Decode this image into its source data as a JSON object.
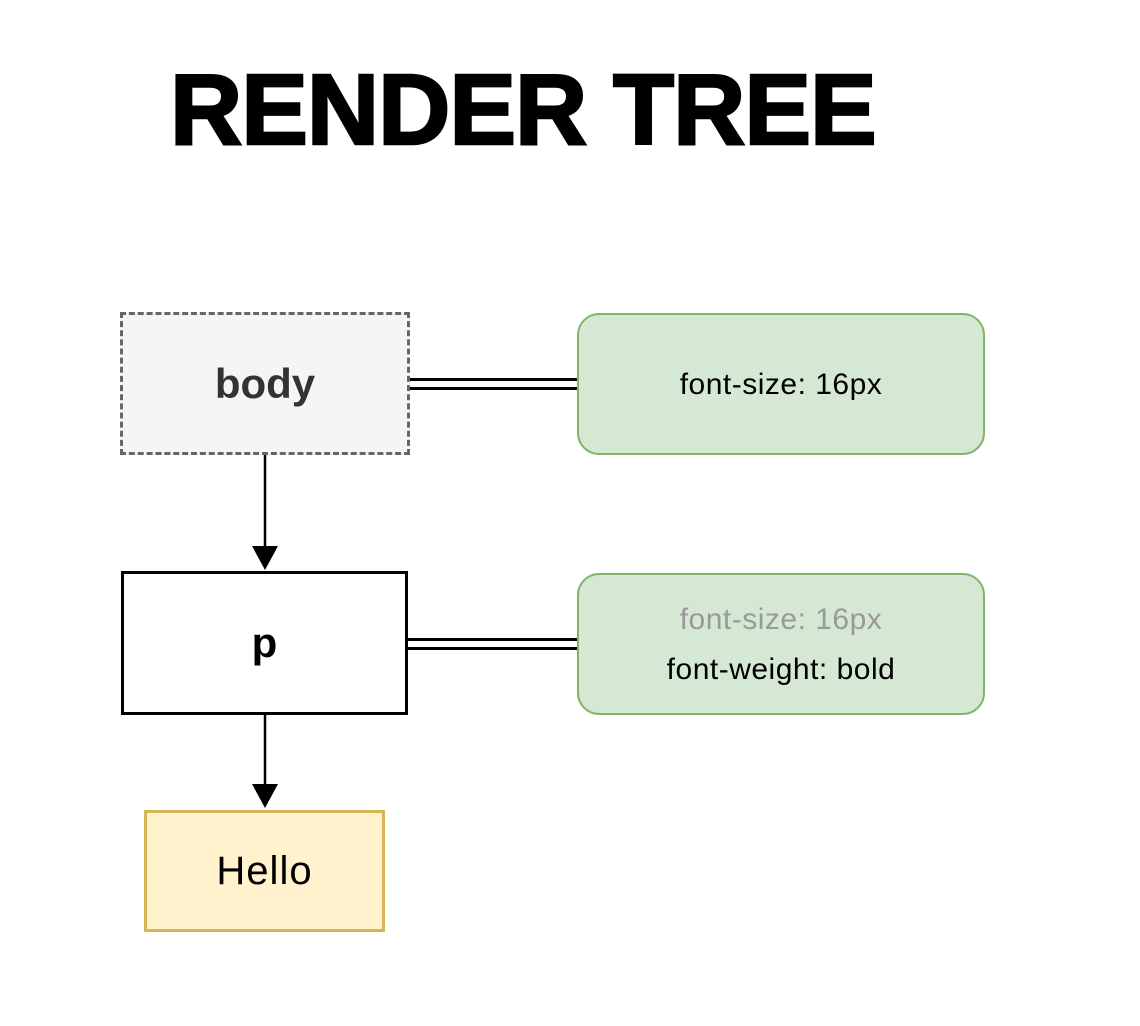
{
  "title": "RENDER TREE",
  "nodes": {
    "body": {
      "label": "body"
    },
    "p": {
      "label": "p"
    },
    "hello": {
      "label": "Hello"
    }
  },
  "annotations": {
    "body_css": {
      "line1": "font-size: 16px"
    },
    "p_css": {
      "line1": "font-size: 16px",
      "line2": "font-weight: bold"
    }
  },
  "colors": {
    "css_box_fill": "#d5e8d4",
    "css_box_border": "#82b366",
    "text_box_fill": "#fff2cc",
    "text_box_border": "#d6b656",
    "dashed_box_fill": "#f5f5f5",
    "dashed_box_border": "#666666",
    "inherited_text": "#999999",
    "connector": "#000000"
  }
}
